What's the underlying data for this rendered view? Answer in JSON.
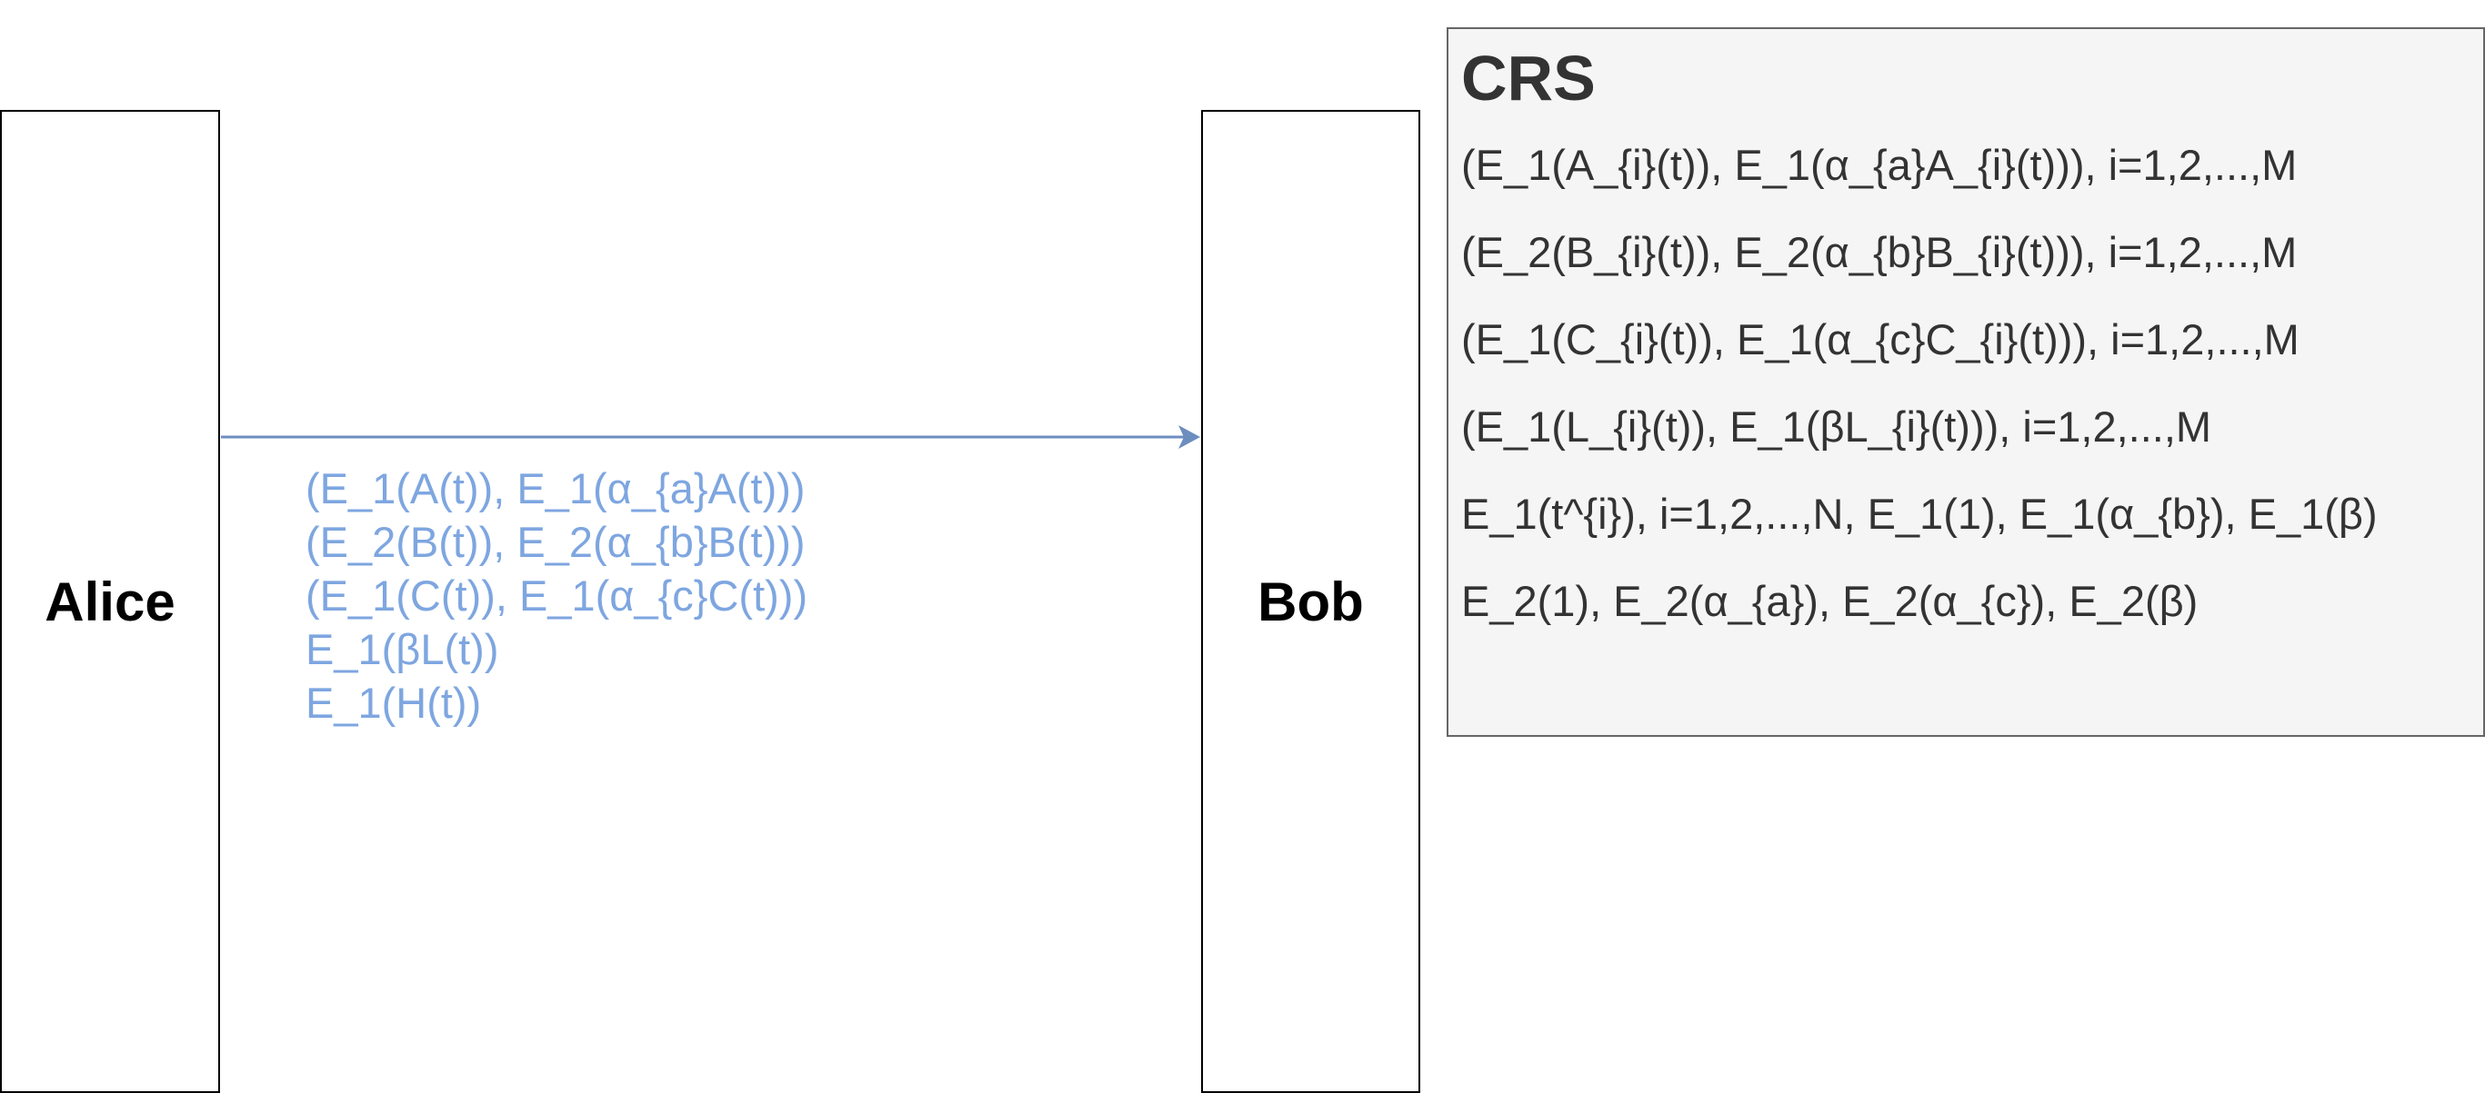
{
  "actors": {
    "alice": "Alice",
    "bob": "Bob"
  },
  "message": {
    "lines": [
      "(E_1(A(t)), E_1(α_{a}A(t)))",
      "(E_2(B(t)), E_2(α_{b}B(t)))",
      "(E_1(C(t)), E_1(α_{c}C(t)))",
      "E_1(βL(t))",
      "E_1(H(t))"
    ]
  },
  "crs": {
    "title": "CRS",
    "lines": [
      "(E_1(A_{i}(t)), E_1(α_{a}A_{i}(t))), i=1,2,...,M",
      "(E_2(B_{i}(t)), E_2(α_{b}B_{i}(t))), i=1,2,...,M",
      "(E_1(C_{i}(t)), E_1(α_{c}C_{i}(t))), i=1,2,...,M",
      "(E_1(L_{i}(t)), E_1(βL_{i}(t))), i=1,2,...,M",
      "E_1(t^{i}), i=1,2,...,N, E_1(1), E_1(α_{b}), E_1(β)",
      "E_2(1), E_2(α_{a}), E_2(α_{c}), E_2(β)"
    ]
  },
  "colors": {
    "arrow": "#6c8ebf",
    "message_text": "#7ea6e0",
    "panel_fill": "#f5f5f5",
    "panel_border": "#666666",
    "panel_text": "#333333"
  }
}
